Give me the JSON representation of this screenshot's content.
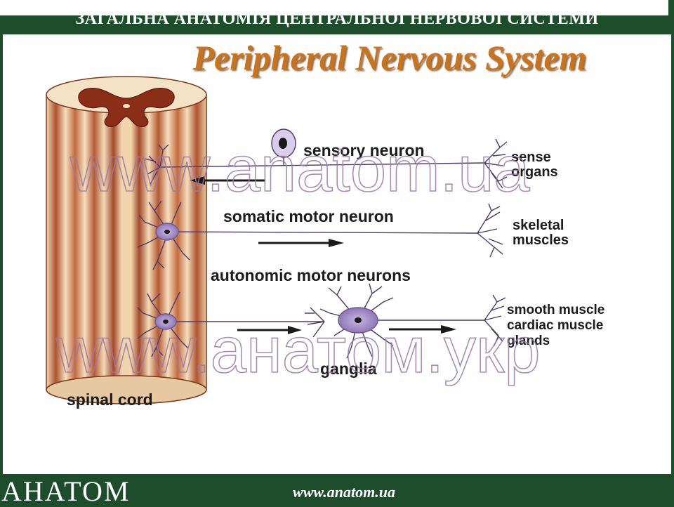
{
  "header": {
    "title": "ЗАГАЛЬНА АНАТОМІЯ ЦЕНТРАЛЬНОЇ НЕРВОВОЇ СИСТЕМИ"
  },
  "slide": {
    "title": "Peripheral Nervous System"
  },
  "diagram": {
    "labels": {
      "sensory_neuron": "sensory neuron",
      "sense_organs_line1": "sense",
      "sense_organs_line2": "organs",
      "somatic_motor_neuron": "somatic motor neuron",
      "skeletal_muscles_line1": "skeletal",
      "skeletal_muscles_line2": "muscles",
      "autonomic_motor_neurons": "autonomic motor neurons",
      "smooth_muscle": "smooth muscle",
      "cardiac_muscle": "cardiac muscle",
      "glands": "glands",
      "ganglia": "ganglia",
      "spinal_cord": "spinal cord"
    },
    "watermarks": [
      "www.anatom.ua",
      "www.анатом.укр"
    ]
  },
  "footer": {
    "logo": "АНАТОМ",
    "url": "www.anatom.ua"
  }
}
